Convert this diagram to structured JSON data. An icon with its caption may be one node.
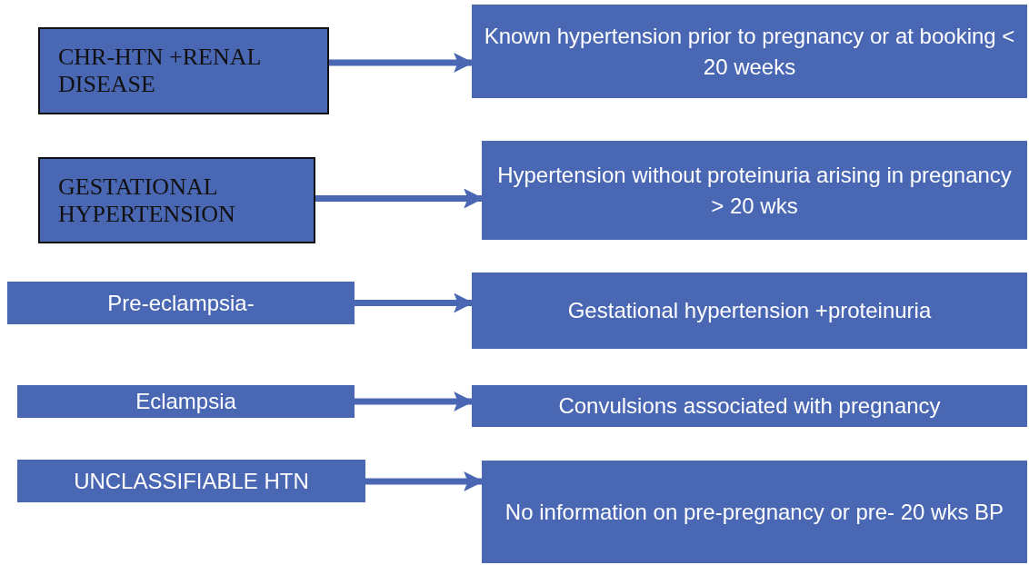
{
  "diagram": {
    "nodes": [
      {
        "text": [
          "CHR-HTN +RENAL DISEASE"
        ]
      },
      {
        "text": [
          "Known hypertension prior to pregnancy or at booking < 20 weeks"
        ]
      },
      {
        "text": [
          "GESTATIONAL HYPERTENSION"
        ]
      },
      {
        "text": [
          "Hypertension without proteinuria arising in pregnancy > 20 wks"
        ]
      },
      {
        "text": [
          "Pre-eclampsia-"
        ]
      },
      {
        "text": [
          "Gestational hypertension +proteinuria"
        ]
      },
      {
        "text": [
          "Eclampsia"
        ]
      },
      {
        "text": [
          "Convulsions associated with pregnancy"
        ]
      },
      {
        "text": [
          "UNCLASSIFIABLE HTN"
        ]
      },
      {
        "text": [
          "No information on pre-pregnancy or pre- 20 wks BP"
        ]
      }
    ],
    "edges": [
      {
        "from": 0,
        "to": 1,
        "arrow": "to"
      },
      {
        "from": 2,
        "to": 3,
        "arrow": "to"
      },
      {
        "from": 4,
        "to": 5,
        "arrow": "to"
      },
      {
        "from": 6,
        "to": 7,
        "arrow": "to"
      },
      {
        "from": 8,
        "to": 9,
        "arrow": "to"
      }
    ]
  }
}
